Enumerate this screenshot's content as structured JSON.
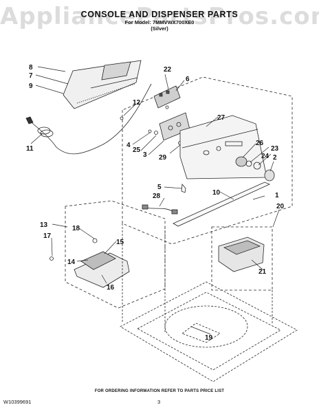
{
  "watermark": "AppliancePartsPros.com",
  "header": {
    "title": "CONSOLE AND DISPENSER PARTS",
    "model_line": "For Model: 7MMVWX700XE0",
    "color_line": "(Silver)"
  },
  "callouts": [
    "1",
    "2",
    "3",
    "4",
    "5",
    "6",
    "7",
    "8",
    "9",
    "10",
    "11",
    "12",
    "13",
    "14",
    "15",
    "16",
    "17",
    "18",
    "19",
    "20",
    "21",
    "22",
    "23",
    "24",
    "25",
    "26",
    "27",
    "28",
    "29"
  ],
  "footer": {
    "order_note": "FOR ORDERING INFORMATION REFER TO PARTS PRICE LIST",
    "document_number": "W10399691",
    "page_number": "3"
  },
  "colors": {
    "line": "#222222",
    "watermark": "#9a9a9a"
  }
}
